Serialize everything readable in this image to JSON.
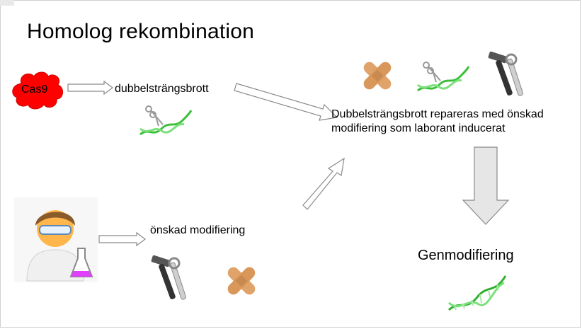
{
  "slide": {
    "title": "Homolog rekombination",
    "cas9_label": "Cas9",
    "double_strand_break_label": "dubbelsträngsbrott",
    "desired_modification_label": "önskad modifiering",
    "repair_text": "Dubbelsträngsbrott repareras med önskad modifiering som laborant inducerat",
    "result_label": "Genmodifiering"
  },
  "colors": {
    "cas9_fill": "#ff0000",
    "arrow_fill": "#ffffff",
    "arrow_stroke": "#8a8a8a",
    "big_arrow_fill": "#e6e6e6",
    "dna_green": "#3bbf3b",
    "bandage": "#e0a46b",
    "scientist_hair": "#8a5a2b",
    "scientist_skin": "#ffb74d",
    "flask_liquid": "#e040fb"
  },
  "icons": [
    "dna-scissors-icon",
    "bandage-icon",
    "hammer-wrench-icon",
    "scientist-icon",
    "dna-helix-icon"
  ]
}
